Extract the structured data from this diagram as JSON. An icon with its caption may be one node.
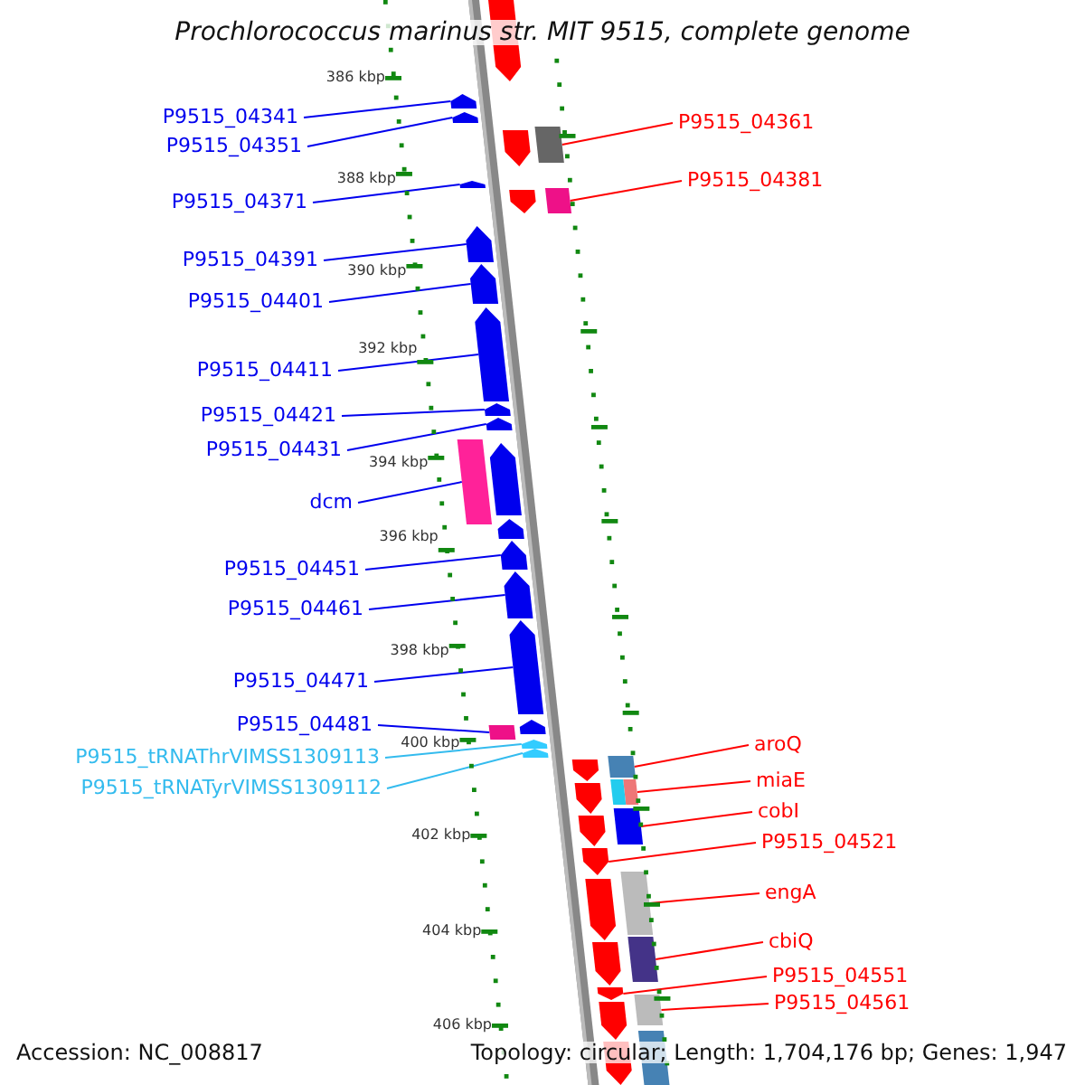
{
  "diagram": {
    "title": "Prochlorococcus marinus str. MIT 9515, complete genome",
    "nodes": [
      {
        "text": [
          "P9515_04341"
        ]
      },
      {
        "text": [
          "P9515_04351"
        ]
      },
      {
        "text": [
          "P9515_04371"
        ]
      },
      {
        "text": [
          "P9515_04391"
        ]
      },
      {
        "text": [
          "P9515_04401"
        ]
      },
      {
        "text": [
          "P9515_04411"
        ]
      },
      {
        "text": [
          "P9515_04421"
        ]
      },
      {
        "text": [
          "P9515_04431"
        ]
      },
      {
        "text": [
          "dcm"
        ]
      },
      {
        "text": [
          "P9515_04451"
        ]
      },
      {
        "text": [
          "P9515_04461"
        ]
      },
      {
        "text": [
          "P9515_04471"
        ]
      },
      {
        "text": [
          "P9515_04481"
        ]
      },
      {
        "text": [
          "P9515_tRNAThrVIMSS1309113"
        ]
      },
      {
        "text": [
          "P9515_tRNATyrVIMSS1309112"
        ]
      },
      {
        "text": [
          "P9515_04361"
        ]
      },
      {
        "text": [
          "P9515_04381"
        ]
      },
      {
        "text": [
          "aroQ"
        ]
      },
      {
        "text": [
          "miaE"
        ]
      },
      {
        "text": [
          "cobI"
        ]
      },
      {
        "text": [
          "P9515_04521"
        ]
      },
      {
        "text": [
          "engA"
        ]
      },
      {
        "text": [
          "cbiQ"
        ]
      },
      {
        "text": [
          "P9515_04551"
        ]
      },
      {
        "text": [
          "P9515_04561"
        ]
      },
      {
        "text": [],
        "shape": "arrow"
      },
      {
        "text": [],
        "shape": "arrow"
      },
      {
        "text": [],
        "shape": "arrow"
      },
      {
        "text": [],
        "shape": "arrow"
      },
      {
        "text": [],
        "shape": "arrow"
      },
      {
        "text": [],
        "shape": "arrow"
      },
      {
        "text": [],
        "shape": "arrow"
      },
      {
        "text": [],
        "shape": "arrow"
      },
      {
        "text": [],
        "shape": "box"
      },
      {
        "text": [],
        "shape": "arrow"
      },
      {
        "text": [],
        "shape": "arrow"
      },
      {
        "text": [],
        "shape": "arrow"
      },
      {
        "text": [],
        "shape": "box"
      },
      {
        "text": [],
        "shape": "arrow"
      },
      {
        "text": [],
        "shape": "arrow"
      },
      {
        "text": [],
        "shape": "box"
      },
      {
        "text": [],
        "shape": "box"
      },
      {
        "text": [],
        "shape": "box"
      },
      {
        "text": [],
        "shape": "box"
      },
      {
        "text": [],
        "shape": "box"
      },
      {
        "text": [],
        "shape": "arrow"
      },
      {
        "text": [],
        "shape": "box"
      },
      {
        "text": [],
        "shape": "box"
      },
      {
        "text": [],
        "shape": "arrow"
      },
      {
        "text": [],
        "shape": "box"
      },
      {
        "text": [],
        "shape": "arrow"
      },
      {
        "text": [],
        "shape": "arrow"
      },
      {
        "text": [],
        "shape": "arrow"
      },
      {
        "text": [],
        "shape": "arrow"
      },
      {
        "text": [],
        "shape": "arrow"
      },
      {
        "text": [],
        "shape": "arrow"
      },
      {
        "text": [],
        "shape": "arrow"
      },
      {
        "text": [],
        "shape": "arrow"
      },
      {
        "text": [],
        "shape": "arrow"
      },
      {
        "text": [],
        "shape": "arrow"
      },
      {
        "text": [],
        "shape": "arrow"
      },
      {
        "text": [],
        "shape": "arrow"
      },
      {
        "text": [],
        "shape": "arrow"
      },
      {
        "text": [],
        "shape": "box"
      },
      {
        "text": [],
        "shape": "box"
      }
    ],
    "edges": [
      {
        "from": 0,
        "to": 25,
        "arrow": "none"
      },
      {
        "from": 1,
        "to": 26,
        "arrow": "none"
      },
      {
        "from": 2,
        "to": 27,
        "arrow": "none"
      },
      {
        "from": 3,
        "to": 28,
        "arrow": "none"
      },
      {
        "from": 4,
        "to": 29,
        "arrow": "none"
      },
      {
        "from": 5,
        "to": 30,
        "arrow": "none"
      },
      {
        "from": 6,
        "to": 31,
        "arrow": "none"
      },
      {
        "from": 7,
        "to": 32,
        "arrow": "none"
      },
      {
        "from": 8,
        "to": 33,
        "arrow": "none"
      },
      {
        "from": 9,
        "to": 34,
        "arrow": "none"
      },
      {
        "from": 10,
        "to": 35,
        "arrow": "none"
      },
      {
        "from": 11,
        "to": 36,
        "arrow": "none"
      },
      {
        "from": 12,
        "to": 37,
        "arrow": "none"
      },
      {
        "from": 13,
        "to": 38,
        "arrow": "none",
        "color": "#33bbee"
      },
      {
        "from": 14,
        "to": 39,
        "arrow": "none",
        "color": "#33bbee"
      },
      {
        "from": 15,
        "to": 40,
        "arrow": "none",
        "color": "#ff0000"
      },
      {
        "from": 16,
        "to": 41,
        "arrow": "none",
        "color": "#ff0000"
      },
      {
        "from": 17,
        "to": 42,
        "arrow": "none",
        "color": "#ff0000"
      },
      {
        "from": 18,
        "to": 43,
        "arrow": "none",
        "color": "#ff0000"
      },
      {
        "from": 19,
        "to": 44,
        "arrow": "none",
        "color": "#ff0000"
      },
      {
        "from": 20,
        "to": 45,
        "arrow": "none",
        "color": "#ff0000"
      },
      {
        "from": 21,
        "to": 46,
        "arrow": "none",
        "color": "#ff0000"
      },
      {
        "from": 22,
        "to": 47,
        "arrow": "none",
        "color": "#ff0000"
      },
      {
        "from": 23,
        "to": 48,
        "arrow": "none",
        "color": "#ff0000"
      },
      {
        "from": 24,
        "to": 49,
        "arrow": "none",
        "color": "#ff0000"
      }
    ],
    "labels": [
      "386 kbp",
      "388 kbp",
      "390 kbp",
      "392 kbp",
      "394 kbp",
      "396 kbp",
      "398 kbp",
      "400 kbp",
      "402 kbp",
      "404 kbp",
      "406 kbp",
      "Accession: NC_008817",
      "Topology: circular; Length: 1,704,176 bp; Genes: 1,947"
    ]
  }
}
